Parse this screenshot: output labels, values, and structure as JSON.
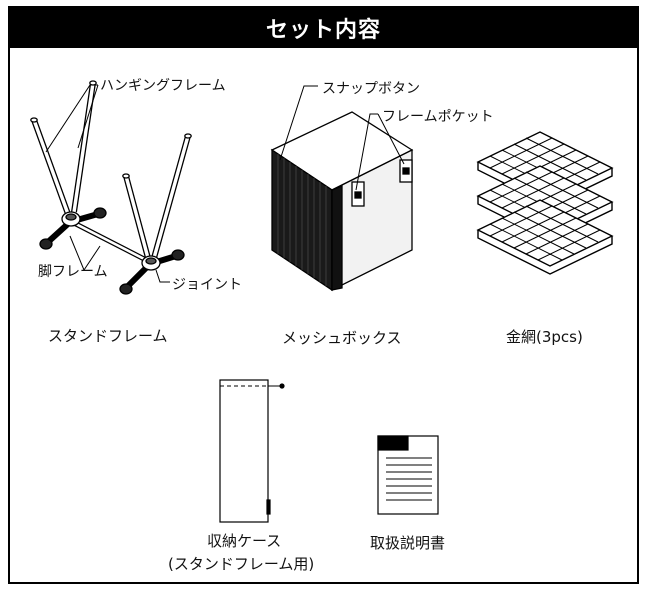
{
  "title": "セット内容",
  "items": {
    "stand_frame": {
      "caption": "スタンドフレーム",
      "labels": {
        "hanging_frame": "ハンギングフレーム",
        "leg_frame": "脚フレーム",
        "joint": "ジョイント"
      }
    },
    "mesh_box": {
      "caption": "メッシュボックス",
      "labels": {
        "snap_button": "スナップボタン",
        "frame_pocket": "フレームポケット"
      }
    },
    "wire_net": {
      "caption": "金網(3pcs)"
    },
    "storage_case": {
      "caption_line1": "収納ケース",
      "caption_line2": "(スタンドフレーム用)"
    },
    "manual": {
      "caption": "取扱説明書"
    }
  },
  "colors": {
    "title_bg": "#000000",
    "title_text": "#ffffff",
    "line": "#000000"
  }
}
